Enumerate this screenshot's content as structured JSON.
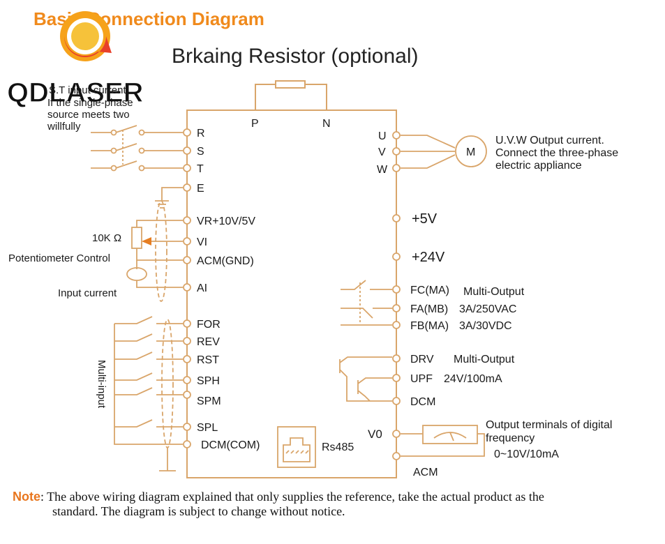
{
  "title": "Basic Connection Diagram",
  "subtitle": "Brkaing Resistor (optional)",
  "logo": {
    "text": "QDLASER"
  },
  "colors": {
    "wire": "#d9a56a",
    "accent": "#f08a1c",
    "arrow": "#e67e22"
  },
  "input_note": [
    "S.T input current",
    "If the single-phase",
    "source meets two",
    "willfully"
  ],
  "brake_terminals": [
    "P",
    "N"
  ],
  "left_terminals": [
    "R",
    "S",
    "T",
    "E",
    "VR+10V/5V",
    "VI",
    "ACM(GND)",
    "AI",
    "FOR",
    "REV",
    "RST",
    "SPH",
    "SPM",
    "SPL",
    "DCM(COM)"
  ],
  "left_labels": {
    "resistor": "10K Ω",
    "potentiometer": "Potentiometer Control",
    "input_current": "Input current",
    "multi_input": "Multi-input"
  },
  "rs485": "Rs485",
  "right_terminals": [
    "U",
    "V",
    "W",
    "+5V",
    "+24V",
    "FC(MA)",
    "FA(MB)",
    "FB(MA)",
    "DRV",
    "UPF",
    "DCM",
    "V0",
    "ACM"
  ],
  "motor": "M",
  "motor_note": [
    "U.V.W Output current.",
    "Connect the three-phase",
    "electric appliance"
  ],
  "relay_specs": [
    "Multi-Output",
    "3A/250VAC",
    "3A/30VDC"
  ],
  "open_collector_specs": [
    "Multi-Output",
    "24V/100mA"
  ],
  "freq_note": [
    "Output terminals of digital",
    "frequency",
    "0~10V/10mA"
  ],
  "note": {
    "label": "Note",
    "line1": ": The above wiring diagram explained that only supplies the reference, take the actual product  as the",
    "line2": "standard. The diagram is subject to change without notice."
  }
}
